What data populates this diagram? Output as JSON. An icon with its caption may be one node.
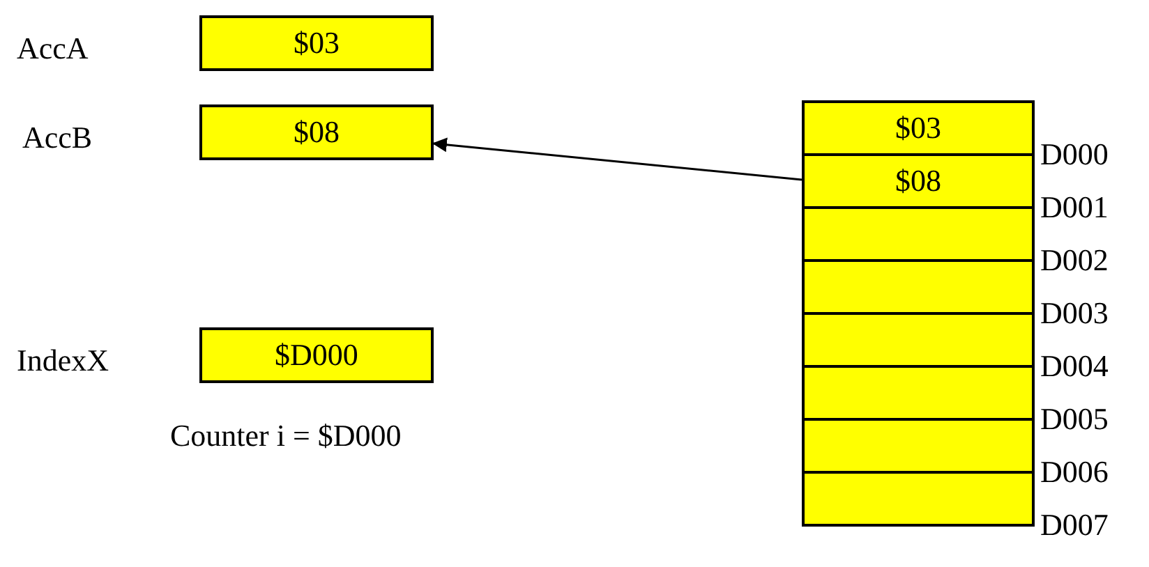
{
  "diagram": {
    "nodes": [
      {
        "text": [
          "AccA",
          "$03"
        ]
      },
      {
        "text": [
          "AccB",
          "$08"
        ]
      },
      {
        "text": [
          "IndexX",
          "$D000"
        ]
      },
      {
        "text": [
          "$03"
        ],
        "beside": [
          "D000"
        ]
      },
      {
        "text": [
          "$08"
        ],
        "beside": [
          "D001"
        ]
      },
      {
        "text": [],
        "shape": "box",
        "beside": [
          "D002"
        ]
      },
      {
        "text": [],
        "shape": "box",
        "beside": [
          "D003"
        ]
      },
      {
        "text": [],
        "shape": "box",
        "beside": [
          "D004"
        ]
      },
      {
        "text": [],
        "shape": "box",
        "beside": [
          "D005"
        ]
      },
      {
        "text": [],
        "shape": "box",
        "beside": [
          "D006"
        ]
      },
      {
        "text": [],
        "shape": "box",
        "beside": [
          "D007"
        ]
      }
    ],
    "edges": [
      {
        "from": 4,
        "to": 1,
        "arrow": "to"
      }
    ],
    "labels": [
      "Counter i = $D000"
    ]
  }
}
